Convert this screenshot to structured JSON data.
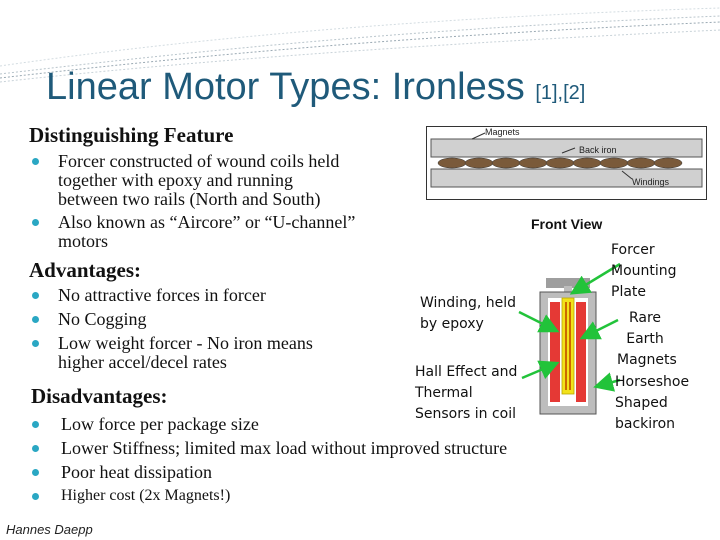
{
  "title": {
    "main": "Linear Motor Types: Ironless ",
    "ref": "[1],[2]"
  },
  "distinguishing": {
    "heading": "Distinguishing Feature",
    "bullets": [
      [
        "Forcer constructed of wound coils held",
        "together with epoxy and running",
        "between two rails (North and South)"
      ],
      [
        "Also known as “Aircore” or “U-channel”",
        "motors"
      ]
    ]
  },
  "advantages": {
    "heading": "Advantages:",
    "bullets": [
      [
        "No attractive forces in forcer"
      ],
      [
        "No Cogging"
      ],
      [
        "Low weight forcer - No iron means",
        "higher accel/decel rates"
      ]
    ]
  },
  "disadvantages": {
    "heading": "Disadvantages:",
    "bullets": [
      "Low force per package size",
      "Lower Stiffness; limited max load without improved structure",
      "Poor heat dissipation",
      "Higher cost (2x Magnets!)"
    ]
  },
  "diagram_top": {
    "magnets": "Magnets",
    "back_iron": "Back iron",
    "windings": "Windings"
  },
  "front_view": "Front View",
  "labels": {
    "forcer_plate": [
      "Forcer",
      "Mounting",
      "Plate"
    ],
    "rare_earth": [
      "Rare",
      "Earth",
      "Magnets"
    ],
    "horseshoe": [
      "Horseshoe",
      "Shaped",
      "backiron"
    ],
    "winding": [
      "Winding, held",
      "by epoxy"
    ],
    "hall": [
      "Hall Effect and",
      "Thermal",
      "Sensors in coil"
    ]
  },
  "author": "Hannes Daepp",
  "colors": {
    "title": "#1f5a7a",
    "bullet": "#2aa7c3",
    "arrow": "#22c33a",
    "magnet": "#e53935",
    "coil": "#f2e21a",
    "iron": "#bdbdbd"
  }
}
